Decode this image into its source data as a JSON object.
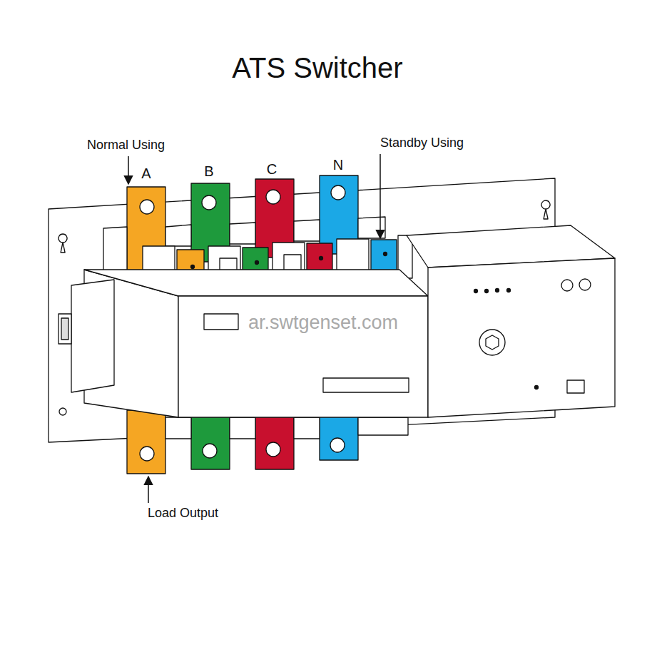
{
  "diagram": {
    "title": "ATS Switcher",
    "labels": [
      "Normal Using",
      "A",
      "B",
      "C",
      "N",
      "Standby Using",
      "Load Output",
      "ar.swtgenset.com"
    ]
  }
}
